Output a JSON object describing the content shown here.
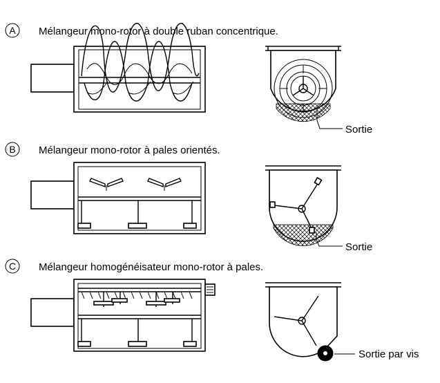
{
  "sections": [
    {
      "letter": "A",
      "title": "Mélangeur mono-rotor à double ruban concentrique.",
      "outlet_label": "Sortie"
    },
    {
      "letter": "B",
      "title": "Mélangeur mono-rotor à pales orientés.",
      "outlet_label": "Sortie"
    },
    {
      "letter": "C",
      "title": "Mélangeur homogénéisateur mono-rotor à pales.",
      "outlet_label": "Sortie par vis"
    }
  ]
}
